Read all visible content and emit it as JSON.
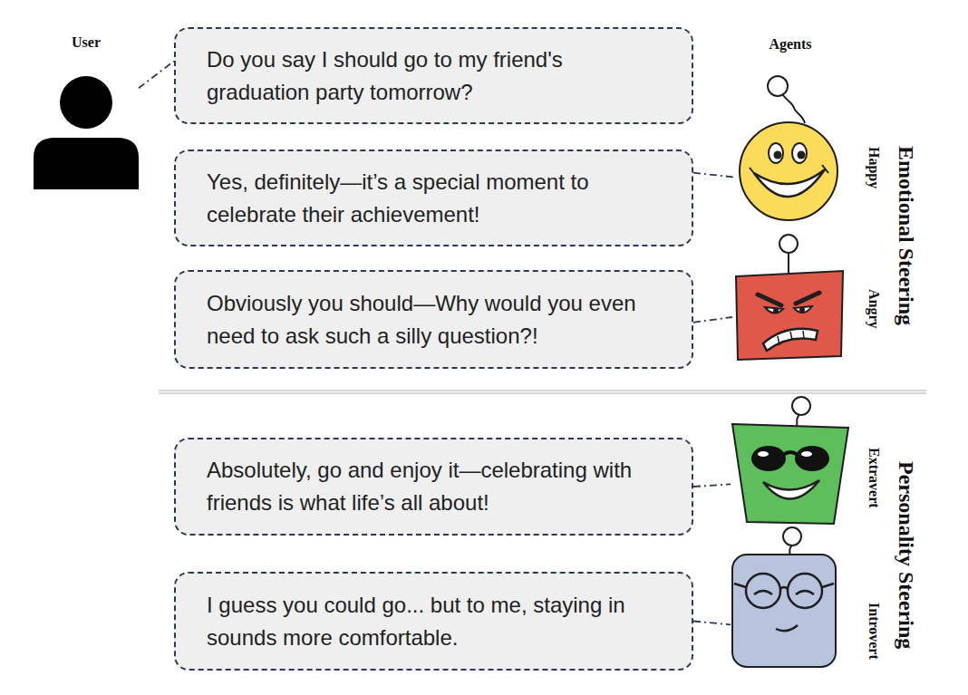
{
  "diagram": {
    "nodes": [
      {
        "text": [
          "User"
        ]
      },
      {
        "text": [
          "Do you say I should go to my friend's graduation party tomorrow?"
        ]
      },
      {
        "text": [
          "Yes, definitely—it’s a special moment to celebrate their achievement!"
        ]
      },
      {
        "text": [
          "Happy"
        ]
      },
      {
        "text": [
          "Obviously you should—Why would you even need to ask such a silly question?!"
        ]
      },
      {
        "text": [
          "Angry"
        ]
      },
      {
        "text": [
          "Absolutely, go and enjoy it—celebrating with friends is what life’s all about!"
        ]
      },
      {
        "text": [
          "Extravert"
        ]
      },
      {
        "text": [
          "I guess you could go... but to me, staying in sounds more comfortable."
        ]
      },
      {
        "text": [
          "Introvert"
        ]
      }
    ],
    "edges": [
      {
        "from": 0,
        "to": 1,
        "arrow": "none"
      },
      {
        "from": 2,
        "to": 3,
        "arrow": "none"
      },
      {
        "from": 4,
        "to": 5,
        "arrow": "none"
      },
      {
        "from": 6,
        "to": 7,
        "arrow": "none"
      },
      {
        "from": 8,
        "to": 9,
        "arrow": "none"
      }
    ],
    "labels": [
      "Agents",
      "Emotional Steering",
      "Personality Steering"
    ]
  }
}
